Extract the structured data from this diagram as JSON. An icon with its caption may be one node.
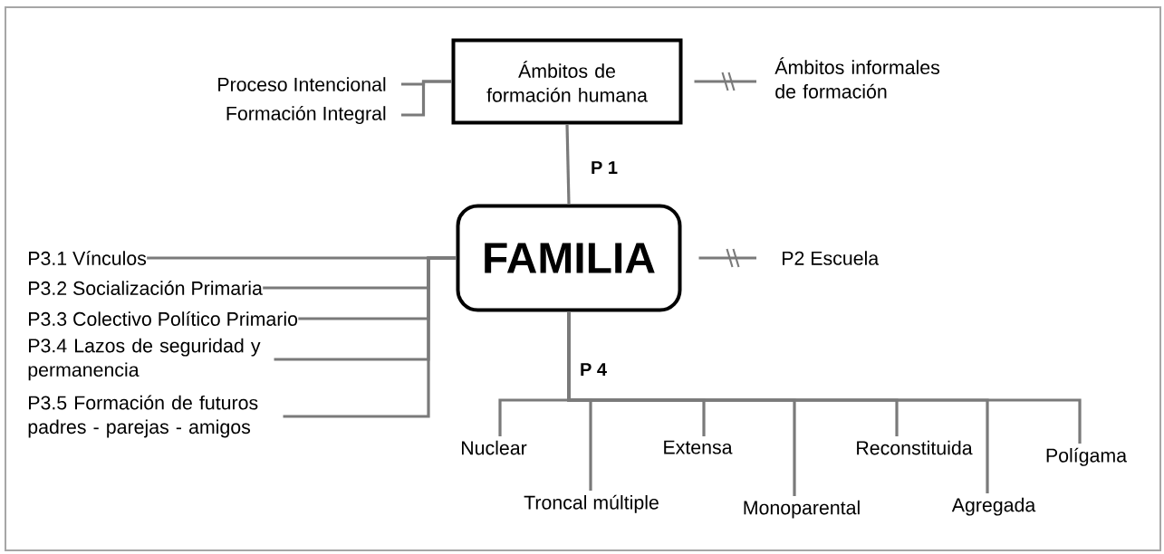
{
  "diagram": {
    "nodes": [
      {
        "text": [
          "Ámbitos de formación humana"
        ]
      },
      {
        "text": [
          "Proceso Intencional"
        ]
      },
      {
        "text": [
          "Formación Integral"
        ]
      },
      {
        "text": [
          "Ámbitos informales de formación"
        ]
      },
      {
        "text": [
          "FAMILIA"
        ]
      },
      {
        "text": [
          "P2 Escuela"
        ]
      },
      {
        "text": [
          "P3.1 Vínculos"
        ]
      },
      {
        "text": [
          "P3.2 Socialización Primaria"
        ]
      },
      {
        "text": [
          "P3.3 Colectivo Político Primario"
        ]
      },
      {
        "text": [
          "P3.4 Lazos de seguridad y permanencia"
        ]
      },
      {
        "text": [
          "P3.5 Formación de futuros padres - parejas - amigos"
        ]
      },
      {
        "text": [
          "Nuclear"
        ]
      },
      {
        "text": [
          "Troncal múltiple"
        ]
      },
      {
        "text": [
          "Extensa"
        ]
      },
      {
        "text": [
          "Monoparental"
        ]
      },
      {
        "text": [
          "Reconstituida"
        ]
      },
      {
        "text": [
          "Agregada"
        ]
      },
      {
        "text": [
          "Polígama"
        ]
      }
    ],
    "edges": [
      {
        "from": 0,
        "to": 1,
        "arrow": "none"
      },
      {
        "from": 0,
        "to": 2,
        "arrow": "none"
      },
      {
        "from": 0,
        "to": 3,
        "arrow": "none"
      },
      {
        "from": 0,
        "to": 4,
        "arrow": "none",
        "label": "P 1"
      },
      {
        "from": 4,
        "to": 5,
        "arrow": "none"
      },
      {
        "from": 4,
        "to": 6,
        "arrow": "none"
      },
      {
        "from": 4,
        "to": 7,
        "arrow": "none"
      },
      {
        "from": 4,
        "to": 8,
        "arrow": "none"
      },
      {
        "from": 4,
        "to": 9,
        "arrow": "none"
      },
      {
        "from": 4,
        "to": 10,
        "arrow": "none"
      },
      {
        "from": 4,
        "to": 11,
        "arrow": "none",
        "label": "P 4"
      },
      {
        "from": 4,
        "to": 12,
        "arrow": "none"
      },
      {
        "from": 4,
        "to": 13,
        "arrow": "none"
      },
      {
        "from": 4,
        "to": 14,
        "arrow": "none"
      },
      {
        "from": 4,
        "to": 15,
        "arrow": "none"
      },
      {
        "from": 4,
        "to": 16,
        "arrow": "none"
      },
      {
        "from": 4,
        "to": 17,
        "arrow": "none"
      }
    ]
  }
}
